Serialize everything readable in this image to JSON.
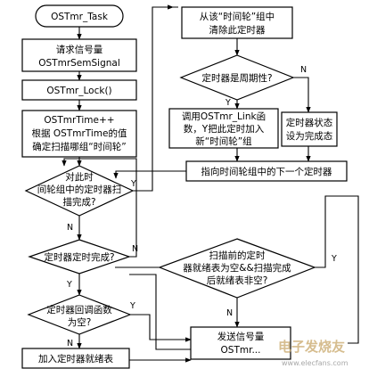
{
  "nodes": {
    "start": "OSTmr_Task",
    "request_sem": [
      "请求信号量",
      "OSTmrSemSignal"
    ],
    "lock": "OSTmr_Lock()",
    "time_inc": [
      "OSTmrTime++",
      "根据 OSTmrTime的值",
      "确定扫描哪组“时间轮”"
    ],
    "scan_done": [
      "对此时",
      "间轮组中的定时器扫",
      "描完成?"
    ],
    "timer_done": "定时器定时完成?",
    "callback_empty": [
      "定时器回调函数",
      "为空?"
    ],
    "add_ready": "加入定时器就绪表",
    "remove_timer": [
      "从该“时间轮”组中",
      "清除此定时器"
    ],
    "periodic": "定时器是周期性?",
    "link": [
      "调用OSTmr_Link函",
      "数，Y把此定时加入",
      "新“时间轮”组"
    ],
    "state_done": [
      "定时器状态",
      "设为完成态"
    ],
    "next_timer": "指向时间轮组中的下一个定时器",
    "ready_check": [
      "扫描前的定时",
      "器就绪表为空&&扫描完成",
      "后就绪表非空?"
    ],
    "post_sem": [
      "发送信号量",
      "OSTmr..."
    ]
  },
  "branch": {
    "y": "Y",
    "n": "N"
  },
  "watermark": {
    "text": "电子发烧友",
    "url": "www.elecfans.com"
  }
}
